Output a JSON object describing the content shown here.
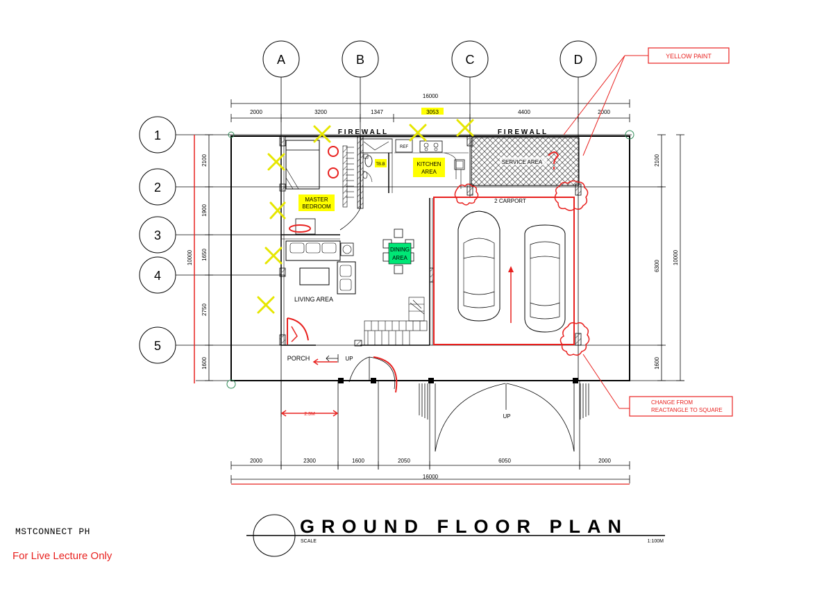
{
  "drawing": {
    "title": "GROUND FLOOR PLAN",
    "scale_label": "SCALE",
    "scale_value": "1:100M"
  },
  "grid": {
    "columns": [
      "A",
      "B",
      "C",
      "D"
    ],
    "rows": [
      "1",
      "2",
      "3",
      "4",
      "5"
    ]
  },
  "dimensions": {
    "top_total": "16000",
    "top_segments": [
      "2000",
      "3200",
      "1347",
      "3053",
      "4400",
      "2000"
    ],
    "bottom_segments": [
      "2000",
      "2300",
      "1600",
      "2050",
      "6050",
      "2000"
    ],
    "bottom_total": "16000",
    "left_segments": [
      "2100",
      "1900",
      "1650",
      "2750",
      "1600"
    ],
    "left_total": "10000",
    "right_segments": [
      "2100",
      "6300",
      "1600"
    ],
    "right_total": "10000",
    "porch_width": "2.3M"
  },
  "labels": {
    "firewall_left": "F I R E W A L L",
    "firewall_right": "F I R E W A L L",
    "master_bedroom": [
      "MASTER",
      "BEDROOM"
    ],
    "kitchen_area": [
      "KITCHEN",
      "AREA"
    ],
    "dining_area": [
      "DINING",
      "AREA"
    ],
    "living_area": "LIVING AREA",
    "service_area": "SERVICE AREA",
    "carport": "2 CARPORT",
    "porch": "PORCH",
    "up_porch": "UP",
    "up_driveway": "UP",
    "ref": "REF",
    "tb": "TB.B"
  },
  "annotations": {
    "yellow_paint": "YELLOW PAINT",
    "change_line1": "CHANGE FROM",
    "change_line2": "REACTANGLE TO SQUARE"
  },
  "footer": {
    "brand": "MSTCONNECT PH",
    "note": "For Live Lecture Only"
  },
  "colors": {
    "markup_red": "#e8201e",
    "highlight_yellow": "#ffff00",
    "highlight_green": "#00e676",
    "x_mark": "#e6e600"
  }
}
